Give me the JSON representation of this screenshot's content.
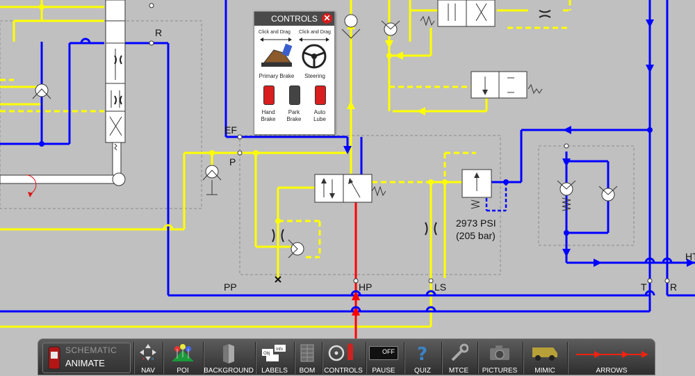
{
  "schematic": {
    "labels": {
      "r_top": "R",
      "ef": "EF",
      "p": "P",
      "pp": "PP",
      "hp": "HP",
      "ls": "LS",
      "t": "T",
      "r_right": "R",
      "ht": "HT"
    },
    "relief_pressure_psi": "2973 PSI",
    "relief_pressure_bar": "(205 bar)",
    "colors": {
      "pressure_high": "#ff0000",
      "pilot": "#ffff00",
      "return": "#0000ff",
      "background": "#c0c0c0"
    }
  },
  "controls_panel": {
    "title": "CONTROLS",
    "close_icon": "close-icon",
    "click_drag_left": "Click and Drag",
    "click_drag_right": "Click and Drag",
    "primary_brake_label": "Primary Brake",
    "steering_label": "Steering",
    "hand_brake_label_1": "Hand",
    "hand_brake_label_2": "Brake",
    "park_brake_label_1": "Park",
    "park_brake_label_2": "Brake",
    "auto_lube_label_1": "Auto",
    "auto_lube_label_2": "Lube"
  },
  "toolbar": {
    "schematic_label": "SCHEMATIC",
    "animate_label": "ANIMATE",
    "buttons": {
      "nav": "NAV",
      "poi": "POI",
      "background": "BACKGROUND",
      "labels": "LABELS",
      "bom": "BOM",
      "controls": "CONTROLS",
      "pause": "PAUSE",
      "quiz": "QUIZ",
      "mtce": "MTCE",
      "pictures": "PICTURES",
      "mimic": "MIMIC",
      "arrows": "ARROWS"
    },
    "pause_switch_text": "OFF"
  }
}
